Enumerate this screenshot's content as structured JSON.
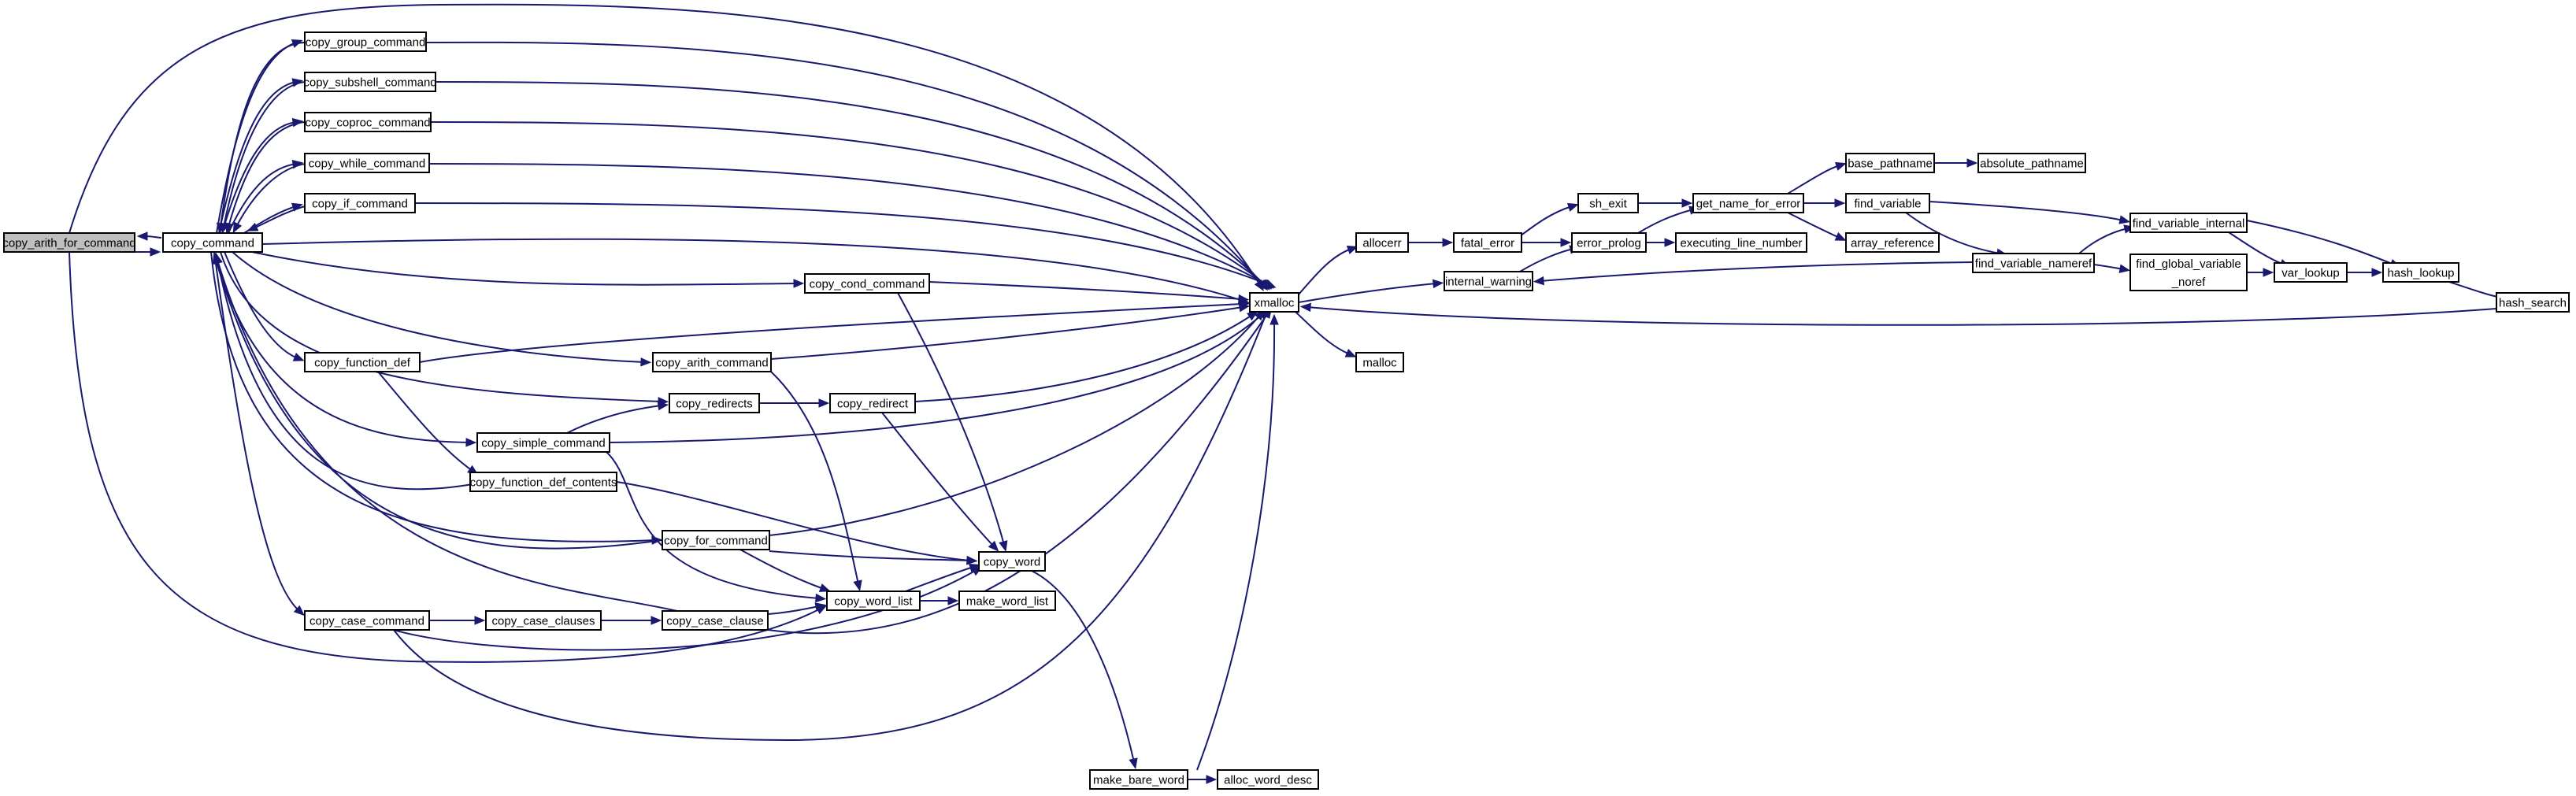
{
  "diagram": {
    "type": "call-graph",
    "root": "copy_arith_for_command",
    "nodes": [
      {
        "id": "copy_arith_for_command",
        "label": "copy_arith_for_command",
        "highlighted": true
      },
      {
        "id": "copy_command",
        "label": "copy_command"
      },
      {
        "id": "copy_group_command",
        "label": "copy_group_command"
      },
      {
        "id": "copy_subshell_command",
        "label": "copy_subshell_command"
      },
      {
        "id": "copy_coproc_command",
        "label": "copy_coproc_command"
      },
      {
        "id": "copy_while_command",
        "label": "copy_while_command"
      },
      {
        "id": "copy_if_command",
        "label": "copy_if_command"
      },
      {
        "id": "copy_function_def",
        "label": "copy_function_def"
      },
      {
        "id": "copy_simple_command",
        "label": "copy_simple_command"
      },
      {
        "id": "copy_function_def_contents",
        "label": "copy_function_def_contents"
      },
      {
        "id": "copy_case_command",
        "label": "copy_case_command"
      },
      {
        "id": "copy_case_clauses",
        "label": "copy_case_clauses"
      },
      {
        "id": "copy_cond_command",
        "label": "copy_cond_command"
      },
      {
        "id": "copy_arith_command",
        "label": "copy_arith_command"
      },
      {
        "id": "copy_redirects",
        "label": "copy_redirects"
      },
      {
        "id": "copy_redirect",
        "label": "copy_redirect"
      },
      {
        "id": "copy_for_command",
        "label": "copy_for_command"
      },
      {
        "id": "copy_case_clause",
        "label": "copy_case_clause"
      },
      {
        "id": "copy_word_list",
        "label": "copy_word_list"
      },
      {
        "id": "make_word_list",
        "label": "make_word_list"
      },
      {
        "id": "copy_word",
        "label": "copy_word"
      },
      {
        "id": "make_bare_word",
        "label": "make_bare_word"
      },
      {
        "id": "alloc_word_desc",
        "label": "alloc_word_desc"
      },
      {
        "id": "xmalloc",
        "label": "xmalloc"
      },
      {
        "id": "allocerr",
        "label": "allocerr"
      },
      {
        "id": "malloc",
        "label": "malloc"
      },
      {
        "id": "fatal_error",
        "label": "fatal_error"
      },
      {
        "id": "internal_warning",
        "label": "internal_warning"
      },
      {
        "id": "sh_exit",
        "label": "sh_exit"
      },
      {
        "id": "error_prolog",
        "label": "error_prolog"
      },
      {
        "id": "get_name_for_error",
        "label": "get_name_for_error"
      },
      {
        "id": "executing_line_number",
        "label": "executing_line_number"
      },
      {
        "id": "base_pathname",
        "label": "base_pathname"
      },
      {
        "id": "absolute_pathname",
        "label": "absolute_pathname"
      },
      {
        "id": "find_variable",
        "label": "find_variable"
      },
      {
        "id": "array_reference",
        "label": "array_reference"
      },
      {
        "id": "find_variable_nameref",
        "label": "find_variable_nameref"
      },
      {
        "id": "find_variable_internal",
        "label": "find_variable_internal"
      },
      {
        "id": "find_global_variable_noref",
        "label": "find_global_variable\n_noref"
      },
      {
        "id": "var_lookup",
        "label": "var_lookup"
      },
      {
        "id": "hash_lookup",
        "label": "hash_lookup"
      },
      {
        "id": "hash_search",
        "label": "hash_search"
      }
    ],
    "edges": [
      [
        "copy_arith_for_command",
        "copy_command"
      ],
      [
        "copy_arith_for_command",
        "xmalloc"
      ],
      [
        "copy_arith_for_command",
        "copy_word_list"
      ],
      [
        "copy_command",
        "copy_arith_for_command"
      ],
      [
        "copy_command",
        "copy_group_command"
      ],
      [
        "copy_command",
        "copy_subshell_command"
      ],
      [
        "copy_command",
        "copy_coproc_command"
      ],
      [
        "copy_command",
        "copy_while_command"
      ],
      [
        "copy_command",
        "copy_if_command"
      ],
      [
        "copy_command",
        "xmalloc"
      ],
      [
        "copy_command",
        "copy_cond_command"
      ],
      [
        "copy_command",
        "copy_function_def"
      ],
      [
        "copy_command",
        "copy_arith_command"
      ],
      [
        "copy_command",
        "copy_redirects"
      ],
      [
        "copy_command",
        "copy_simple_command"
      ],
      [
        "copy_command",
        "copy_for_command"
      ],
      [
        "copy_command",
        "copy_case_command"
      ],
      [
        "copy_group_command",
        "copy_command"
      ],
      [
        "copy_group_command",
        "xmalloc"
      ],
      [
        "copy_subshell_command",
        "copy_command"
      ],
      [
        "copy_subshell_command",
        "xmalloc"
      ],
      [
        "copy_coproc_command",
        "copy_command"
      ],
      [
        "copy_coproc_command",
        "xmalloc"
      ],
      [
        "copy_while_command",
        "copy_command"
      ],
      [
        "copy_while_command",
        "xmalloc"
      ],
      [
        "copy_if_command",
        "copy_command"
      ],
      [
        "copy_if_command",
        "xmalloc"
      ],
      [
        "copy_function_def",
        "xmalloc"
      ],
      [
        "copy_function_def",
        "copy_function_def_contents"
      ],
      [
        "copy_simple_command",
        "copy_redirects"
      ],
      [
        "copy_simple_command",
        "xmalloc"
      ],
      [
        "copy_simple_command",
        "copy_word_list"
      ],
      [
        "copy_function_def_contents",
        "copy_command"
      ],
      [
        "copy_function_def_contents",
        "copy_word"
      ],
      [
        "copy_case_command",
        "copy_case_clauses"
      ],
      [
        "copy_case_command",
        "copy_word"
      ],
      [
        "copy_case_command",
        "xmalloc"
      ],
      [
        "copy_case_clauses",
        "copy_case_clause"
      ],
      [
        "copy_case_clause",
        "copy_command"
      ],
      [
        "copy_case_clause",
        "copy_word_list"
      ],
      [
        "copy_case_clause",
        "xmalloc"
      ],
      [
        "copy_cond_command",
        "xmalloc"
      ],
      [
        "copy_cond_command",
        "copy_word"
      ],
      [
        "copy_arith_command",
        "xmalloc"
      ],
      [
        "copy_arith_command",
        "copy_word_list"
      ],
      [
        "copy_redirects",
        "copy_redirect"
      ],
      [
        "copy_redirect",
        "xmalloc"
      ],
      [
        "copy_redirect",
        "copy_word"
      ],
      [
        "copy_for_command",
        "copy_command"
      ],
      [
        "copy_for_command",
        "xmalloc"
      ],
      [
        "copy_for_command",
        "copy_word"
      ],
      [
        "copy_for_command",
        "copy_word_list"
      ],
      [
        "copy_word_list",
        "copy_word"
      ],
      [
        "copy_word_list",
        "make_word_list"
      ],
      [
        "copy_word",
        "make_bare_word"
      ],
      [
        "make_bare_word",
        "alloc_word_desc"
      ],
      [
        "make_bare_word",
        "xmalloc"
      ],
      [
        "xmalloc",
        "allocerr"
      ],
      [
        "xmalloc",
        "internal_warning"
      ],
      [
        "xmalloc",
        "malloc"
      ],
      [
        "allocerr",
        "fatal_error"
      ],
      [
        "fatal_error",
        "sh_exit"
      ],
      [
        "fatal_error",
        "error_prolog"
      ],
      [
        "internal_warning",
        "error_prolog"
      ],
      [
        "sh_exit",
        "get_name_for_error"
      ],
      [
        "error_prolog",
        "get_name_for_error"
      ],
      [
        "error_prolog",
        "executing_line_number"
      ],
      [
        "get_name_for_error",
        "base_pathname"
      ],
      [
        "get_name_for_error",
        "find_variable"
      ],
      [
        "get_name_for_error",
        "array_reference"
      ],
      [
        "base_pathname",
        "absolute_pathname"
      ],
      [
        "find_variable",
        "find_variable_internal"
      ],
      [
        "find_variable",
        "find_variable_nameref"
      ],
      [
        "find_variable_nameref",
        "internal_warning"
      ],
      [
        "find_variable_nameref",
        "find_variable_internal"
      ],
      [
        "find_variable_nameref",
        "find_global_variable_noref"
      ],
      [
        "find_variable_internal",
        "var_lookup"
      ],
      [
        "find_variable_internal",
        "hash_lookup"
      ],
      [
        "find_global_variable_noref",
        "var_lookup"
      ],
      [
        "var_lookup",
        "hash_lookup"
      ],
      [
        "hash_lookup",
        "hash_search"
      ],
      [
        "hash_search",
        "xmalloc"
      ]
    ]
  },
  "colors": {
    "edge": "#191970",
    "node_border": "#000000",
    "node_fill": "#ffffff",
    "root_fill": "#bfbfbf"
  }
}
